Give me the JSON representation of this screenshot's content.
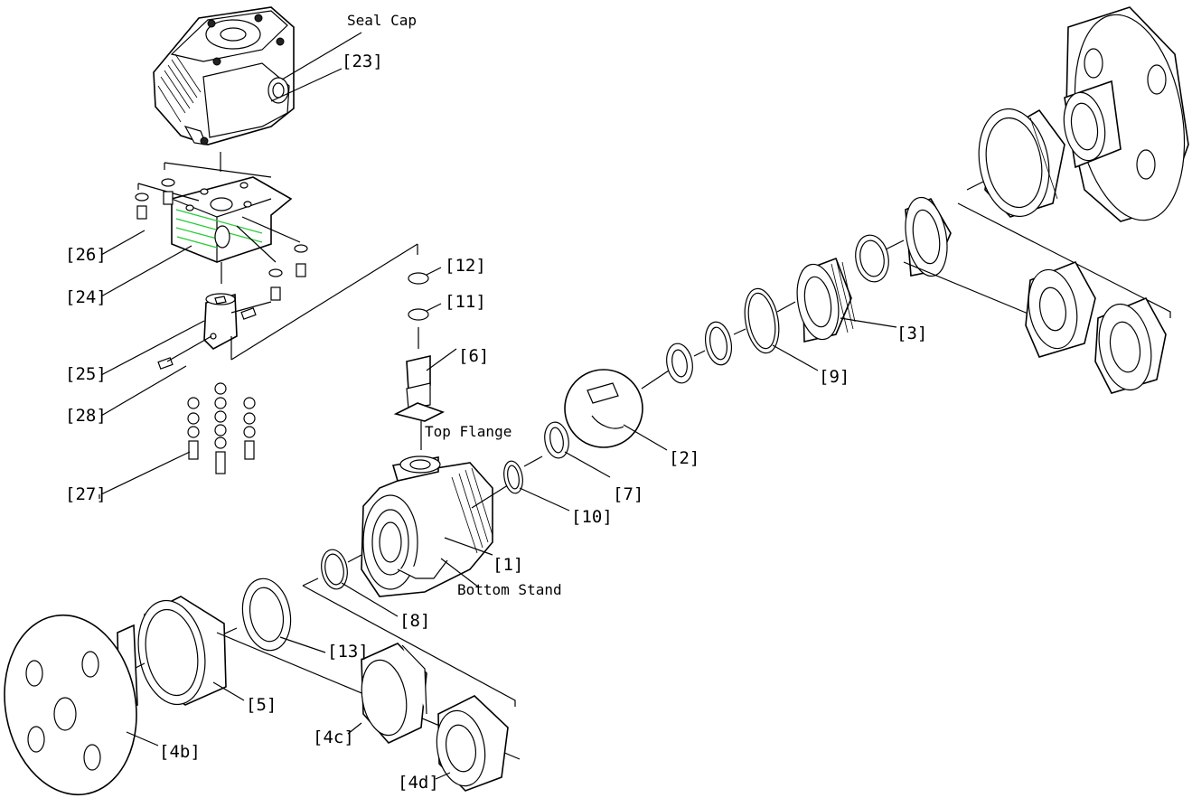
{
  "diagram": {
    "labels": {
      "seal_cap": "Seal Cap",
      "p23": "[23]",
      "p26": "[26]",
      "p24": "[24]",
      "p25": "[25]",
      "p28": "[28]",
      "p27": "[27]",
      "p12": "[12]",
      "p11": "[11]",
      "p6": "[6]",
      "top_flange": "Top Flange",
      "p1": "[1]",
      "bottom_stand": "Bottom Stand",
      "p10": "[10]",
      "p7": "[7]",
      "p2": "[2]",
      "p9": "[9]",
      "p3": "[3]",
      "p8": "[8]",
      "p13": "[13]",
      "p5": "[5]",
      "p4b": "[4b]",
      "p4c": "[4c]",
      "p4d": "[4d]"
    }
  }
}
